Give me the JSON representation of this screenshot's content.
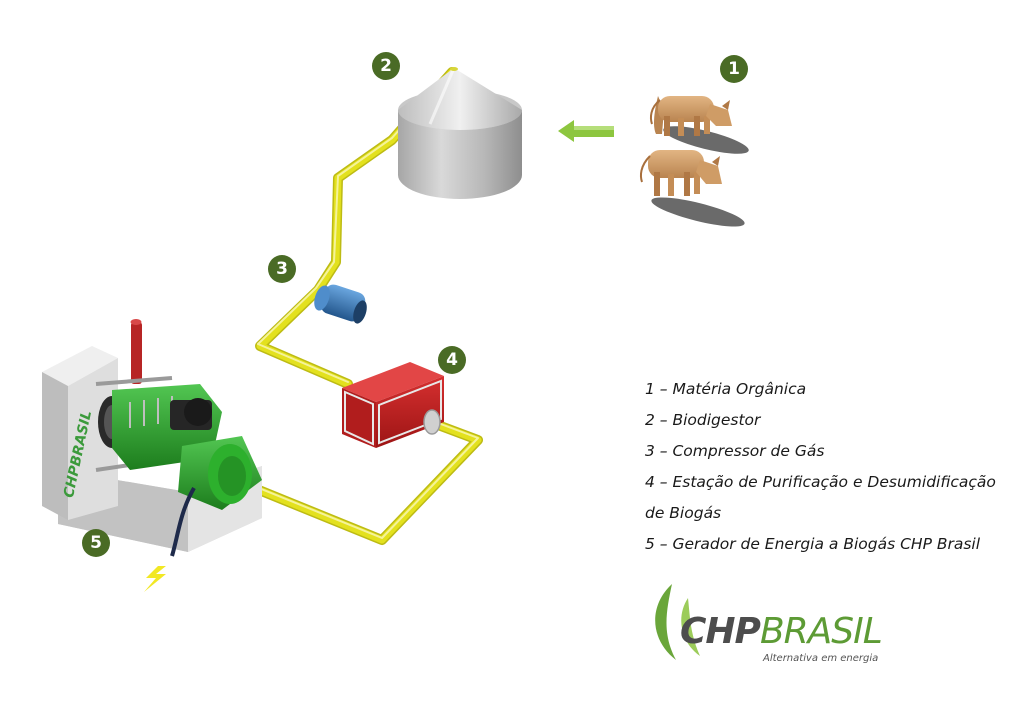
{
  "badges": [
    {
      "number": "1",
      "label": "Matéria Orgânica"
    },
    {
      "number": "2",
      "label": "Biodigestor"
    },
    {
      "number": "3",
      "label": "Compressor de Gás"
    },
    {
      "number": "4",
      "label": "Estação de Purificação e Desumidificação de Biogás"
    },
    {
      "number": "5",
      "label": "Gerador de Energia a Biogás CHP Brasil"
    }
  ],
  "legend": [
    "1 – Matéria Orgânica",
    "2 – Biodigestor",
    "3 – Compressor de Gás",
    "4 – Estação de Purificação e Desumidificação de Biogás",
    "5 – Gerador de Energia a Biogás CHP Brasil"
  ],
  "logo": {
    "brand_strong": "CHP",
    "brand_light": "BRASIL",
    "tagline": "Alternativa em energia",
    "enclosure_text": "CHPBRASIL"
  },
  "colors": {
    "badge": "#4a6b25",
    "pipe": "#e3e11e",
    "digester": "#b4b4b4",
    "compressor": "#3d7fc0",
    "purifier": "#c41f1f",
    "engine": "#2fa22f",
    "arrow": "#8dc63f",
    "logo_green": "#5d9b35"
  },
  "icons": [
    "cow-icon",
    "left-arrow-icon",
    "lightning-icon",
    "leaf-icon"
  ]
}
